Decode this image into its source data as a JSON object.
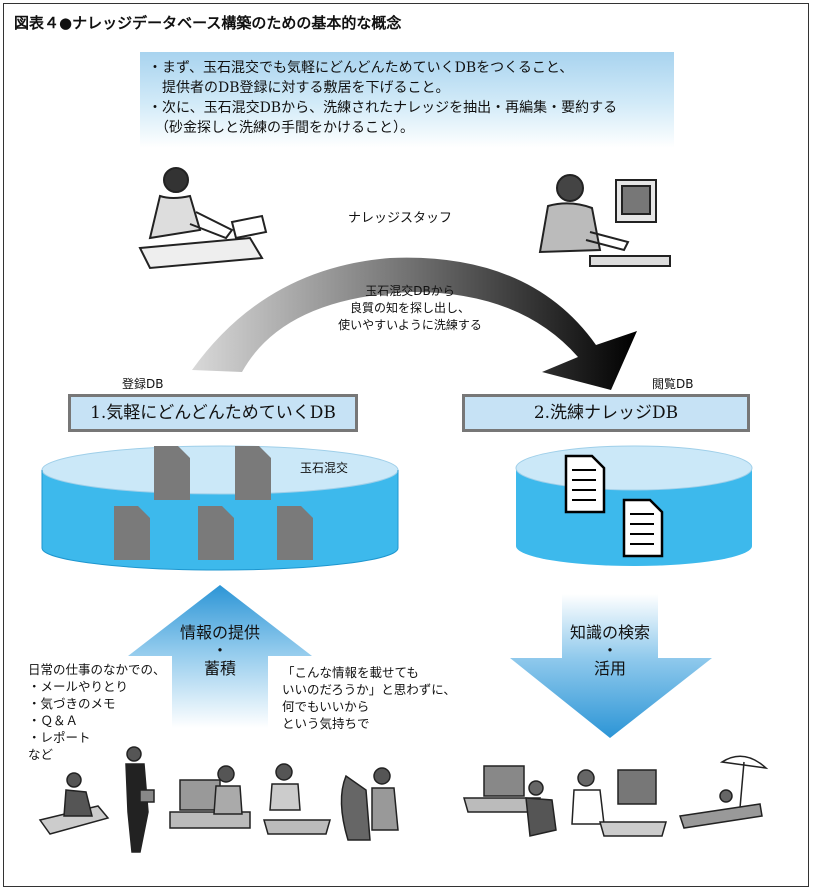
{
  "title": "図表４●ナレッジデータベース構築のための基本的な概念",
  "intro": {
    "lines": [
      "・まず、玉石混交でも気軽にどんどんためていくDBをつくること、",
      "　提供者のDB登録に対する敷居を下げること。",
      "・次に、玉石混交DBから、洗練されたナレッジを抽出・再編集・要約する",
      "　（砂金探しと洗練の手間をかけること）。"
    ]
  },
  "staff_label": "ナレッジスタッフ",
  "arc_label": [
    "玉石混交DBから",
    "良質の知を探し出し、",
    "使いやすいように洗練する"
  ],
  "register_label": "登録DB",
  "browse_label": "閲覧DB",
  "db1_label": "1.気軽にどんどんためていくDB",
  "db2_label": "2.洗練ナレッジDB",
  "db1_content_label": "玉石混交",
  "up_arrow": {
    "line1": "情報の提供",
    "dot": "・",
    "line2": "蓄積"
  },
  "down_arrow": {
    "line1": "知識の検索",
    "dot": "・",
    "line2": "活用"
  },
  "left_notes": [
    "日常の仕事のなかでの、",
    "・メールやりとり",
    "・気づきのメモ",
    "・Ｑ＆Ａ",
    "・レポート",
    "など"
  ],
  "right_notes": [
    "「こんな情報を載せても",
    "いいのだろうか」と思わずに、",
    "何でもいいから",
    "という気持ちで"
  ],
  "colors": {
    "cyan_db": "#3db9ec",
    "light_blue": "#c6e2f5",
    "arrow_blue": "#2c95d6"
  }
}
